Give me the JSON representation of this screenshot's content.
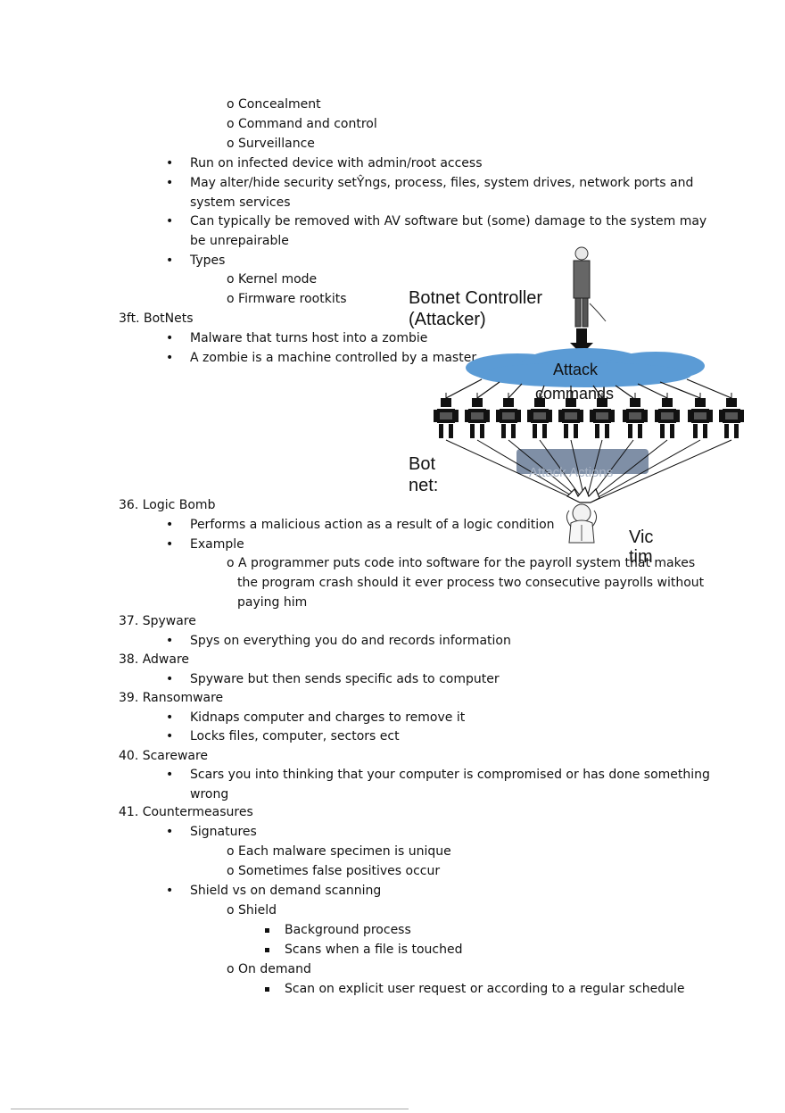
{
  "document": {
    "top": {
      "sub1": "Concealment",
      "sub2": "Command and control",
      "sub3": "Surveillance",
      "b1": "Run on infected device with admin/root access",
      "b2a": "May alter/hide security setŶngs, process, files, system drives, network ports and",
      "b2b": "system services",
      "b3a": "Can typically be removed with AV software but (some) damage to the system may",
      "b3b": "be unrepairable",
      "b4": "Types",
      "t1": "Kernel mode",
      "t2": "Firmware rootkits"
    },
    "botnets": {
      "heading": "3ft.  BotNets",
      "b1": "Malware that turns host into a zombie",
      "b2": "A zombie is a machine controlled by a master"
    },
    "logic_bomb": {
      "heading": "36.  Logic Bomb",
      "b1": "Performs a malicious action as a result of a logic condition",
      "b2": "Example",
      "ex1": "A programmer puts code into software for the payroll system that makes",
      "ex2": "the program crash should it ever process two consecutive payrolls without",
      "ex3": "paying him"
    },
    "spyware": {
      "heading": "37.  Spyware",
      "b1": "Spys on everything you do and records information"
    },
    "adware": {
      "heading": "38.  Adware",
      "b1": "Spyware but then sends specific ads to computer"
    },
    "ransomware": {
      "heading": "39.  Ransomware",
      "b1": "Kidnaps computer and charges to remove it",
      "b2": "Locks files, computer, sectors ect"
    },
    "scareware": {
      "heading": "40.  Scareware",
      "b1a": "Scars you into thinking that your computer is compromised or has done something",
      "b1b": "wrong"
    },
    "countermeasures": {
      "heading": "41.  Countermeasures",
      "b1": "Signatures",
      "s1": "Each malware specimen is unique",
      "s2": "Sometimes false positives occur",
      "b2": "Shield vs on demand scanning",
      "shield": "Shield",
      "sh1": "Background process",
      "sh2": "Scans when a file is touched",
      "ondemand": "On demand",
      "od1": "Scan on explicit user request or according to a regular schedule"
    }
  },
  "diagram": {
    "controller_label_1": "Botnet Controller",
    "controller_label_2": "(Attacker)",
    "cloud_label_1": "Attack",
    "cloud_label_2": "commands",
    "botnet_label_1": "Bot",
    "botnet_label_2": "net:",
    "actions_label": "Attack Actions",
    "victim_label_1": "Vic",
    "victim_label_2": "tim",
    "colors": {
      "cloud": "#5b9bd5",
      "actions_box": "#7f8fa6",
      "bot_body": "#111111"
    }
  },
  "markers": {
    "sub": "o"
  }
}
